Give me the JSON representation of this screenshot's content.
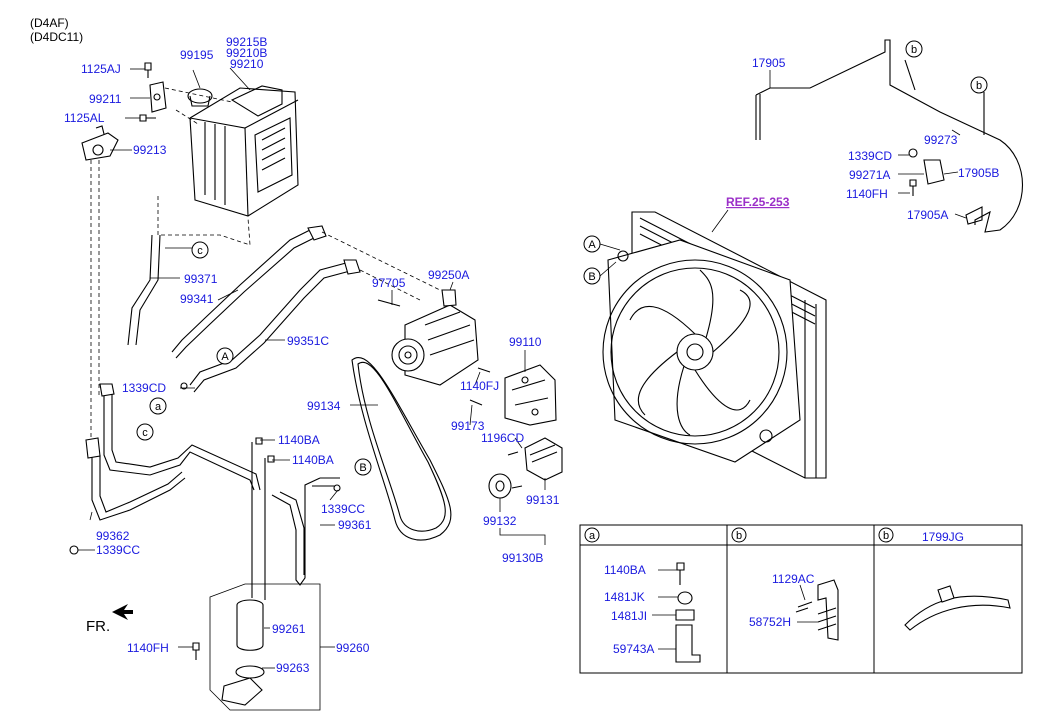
{
  "header": {
    "engine_1": "(D4AF)",
    "engine_2": "(D4DC11)"
  },
  "ref_link": "REF.25-253",
  "front_label": "FR.",
  "part_labels": {
    "p1125AJ": "1125AJ",
    "p99195": "99195",
    "p99215B": "99215B",
    "p99210B": "99210B",
    "p99210": "99210",
    "p99211": "99211",
    "p1125AL": "1125AL",
    "p99213": "99213",
    "p99371": "99371",
    "p99341": "99341",
    "p97705": "97705",
    "p99250A": "99250A",
    "p99351C": "99351C",
    "p99110": "99110",
    "p1339CD_a": "1339CD",
    "p1140FJ": "1140FJ",
    "p99134": "99134",
    "p99173": "99173",
    "p1196CD": "1196CD",
    "p1140BA_1": "1140BA",
    "p1140BA_2": "1140BA",
    "p99131": "99131",
    "p99132": "99132",
    "p1339CC_1": "1339CC",
    "p99361": "99361",
    "p99362": "99362",
    "p1339CC_2": "1339CC",
    "p99130B": "99130B",
    "p99261": "99261",
    "p99260": "99260",
    "p1140FH_1": "1140FH",
    "p99263": "99263",
    "p17905": "17905",
    "p99273": "99273",
    "p1339CD_b": "1339CD",
    "p99271A": "99271A",
    "p17905B": "17905B",
    "p1140FH_2": "1140FH",
    "p17905A": "17905A"
  },
  "callouts": {
    "A": "A",
    "B": "B",
    "a": "a",
    "b": "b",
    "c": "c"
  },
  "detail_table": {
    "col_a_key": "a",
    "col_b1_key": "b",
    "col_b2_key": "b",
    "col_b2_title": "1799JG",
    "col_a_labels": [
      "1140BA",
      "1481JK",
      "1481JI",
      "59743A"
    ],
    "col_b1_labels": [
      "1129AC",
      "58752H"
    ]
  },
  "colors": {
    "label": "#1a1adf",
    "ref": "#9b2fc8",
    "line": "#000000"
  }
}
